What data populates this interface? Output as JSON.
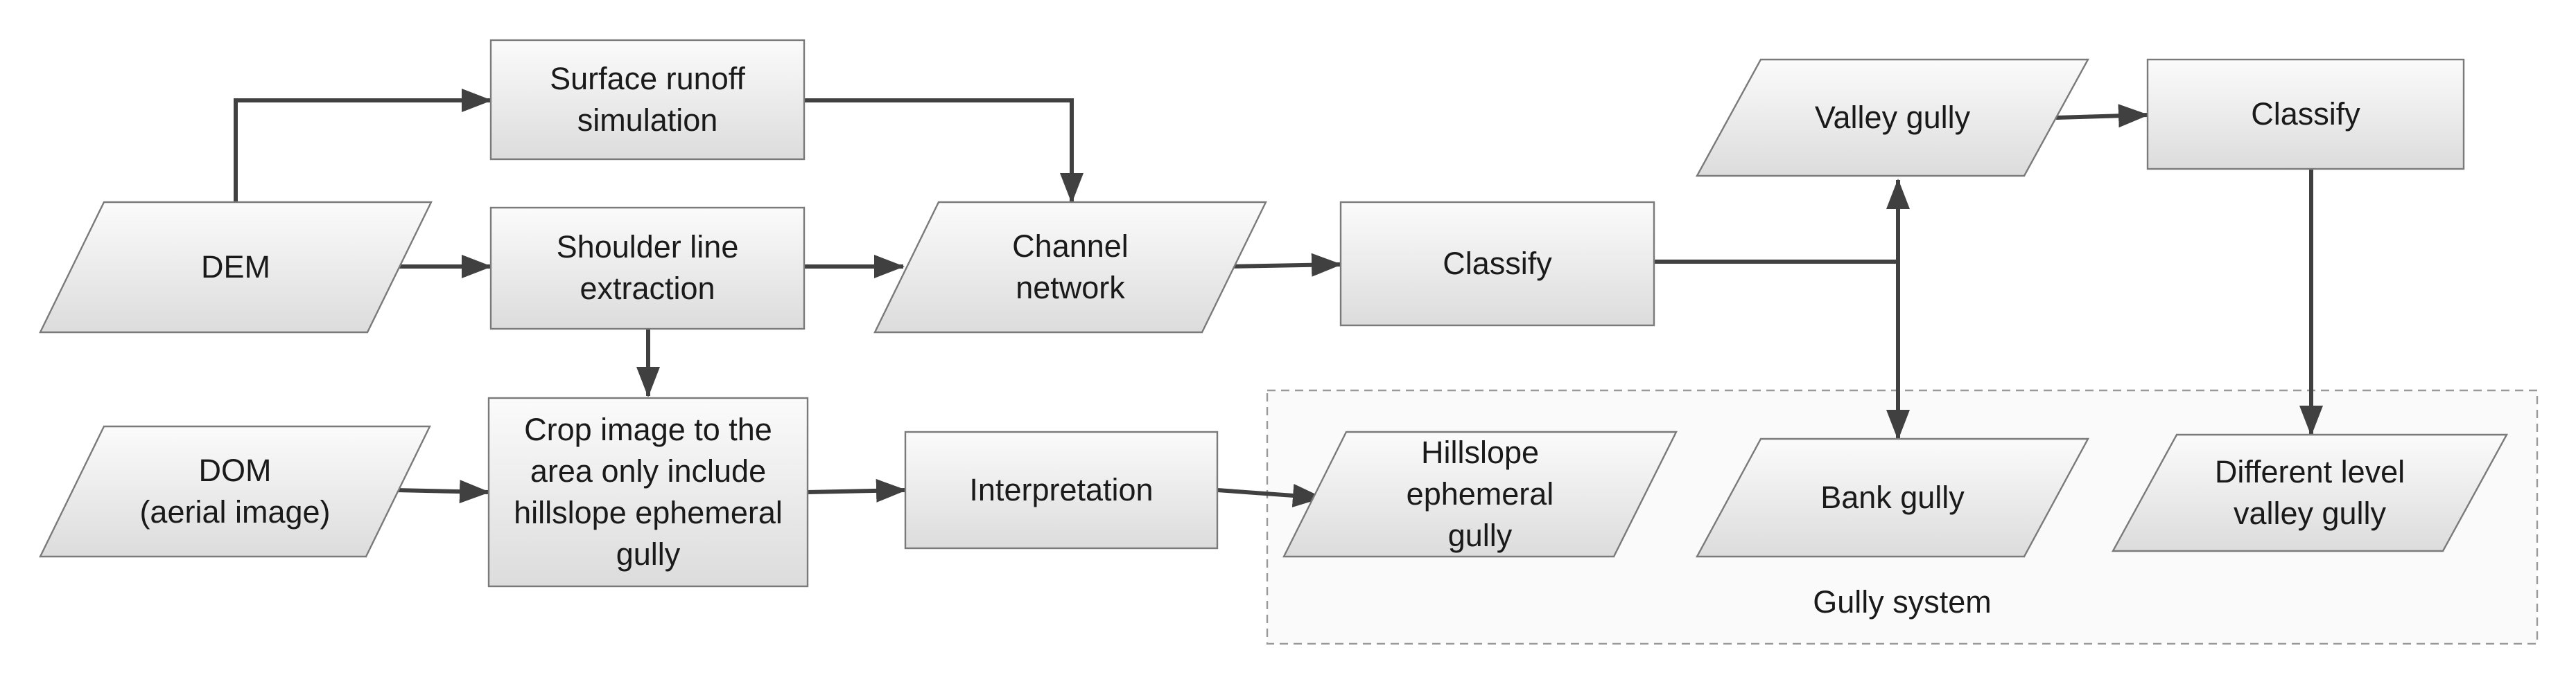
{
  "nodes": {
    "dem": [
      "DEM"
    ],
    "surface_runoff": [
      "Surface runoff",
      "simulation"
    ],
    "shoulder_line": [
      "Shoulder line",
      "extraction"
    ],
    "channel_network": [
      "Channel",
      "network"
    ],
    "classify_1": [
      "Classify"
    ],
    "valley_gully": [
      "Valley gully"
    ],
    "classify_2": [
      "Classify"
    ],
    "dom": [
      "DOM",
      "(aerial image)"
    ],
    "crop_image": [
      "Crop image to the",
      "area only include",
      "hillslope ephemeral",
      "gully"
    ],
    "interpretation": [
      "Interpretation"
    ],
    "hillslope_gully": [
      "Hillslope",
      "ephemeral",
      "gully"
    ],
    "bank_gully": [
      "Bank gully"
    ],
    "different_level": [
      "Different level",
      "valley gully"
    ]
  },
  "group": {
    "label": "Gully system"
  },
  "colors": {
    "fill_top": "#fbfbfb",
    "fill_bottom": "#dcdcdc",
    "border": "#7a7a7a",
    "arrow": "#404040",
    "text": "#1a1a1a"
  }
}
